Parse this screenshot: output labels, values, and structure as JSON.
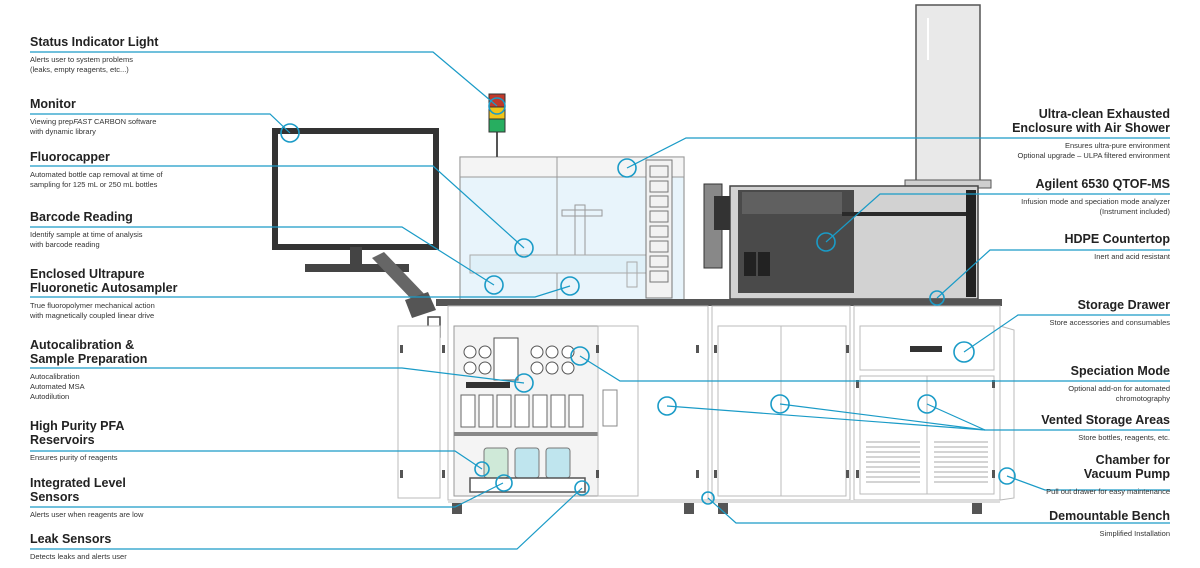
{
  "colors": {
    "accent": "#1a9bc7",
    "countertop": "#555555",
    "cabinet_line": "#bbbbbb",
    "instrument_body": "#4a4a4a"
  },
  "callouts_left": [
    {
      "id": "status-indicator-light",
      "title": "Status Indicator Light",
      "lines": [
        "Alerts user to system problems",
        "(leaks, empty reagents, etc...)"
      ]
    },
    {
      "id": "monitor",
      "title": "Monitor",
      "lines": [
        "Viewing prepFAST CARBON software",
        "with dynamic library"
      ]
    },
    {
      "id": "fluorocapper",
      "title": "Fluorocapper",
      "lines": [
        "Automated bottle cap removal at time of",
        "sampling for 125 mL or 250 mL bottles"
      ]
    },
    {
      "id": "barcode-reading",
      "title": "Barcode Reading",
      "lines": [
        "Identify sample at time of analysis",
        "with barcode reading"
      ]
    },
    {
      "id": "enclosed-ultrapure-autosampler",
      "title": "Enclosed Ultrapure\nFluoronetic Autosampler",
      "lines": [
        "True fluoropolymer mechanical action",
        "with magnetically coupled linear drive"
      ]
    },
    {
      "id": "autocalibration",
      "title": "Autocalibration &\nSample Preparation",
      "lines": [
        "Autocalibration",
        "Automated MSA",
        "Autodilution"
      ]
    },
    {
      "id": "high-purity-pfa-reservoirs",
      "title": "High Purity PFA\nReservoirs",
      "lines": [
        "Ensures purity of reagents"
      ]
    },
    {
      "id": "integrated-level-sensors",
      "title": "Integrated Level\nSensors",
      "lines": [
        "Alerts user when reagents are low"
      ]
    },
    {
      "id": "leak-sensors",
      "title": "Leak Sensors",
      "lines": [
        "Detects leaks and alerts user"
      ]
    }
  ],
  "callouts_right": [
    {
      "id": "ultra-clean-enclosure",
      "title": "Ultra-clean Exhausted\nEnclosure with Air Shower",
      "lines": [
        "Ensures ultra-pure environment",
        "Optional upgrade – ULPA filtered environment"
      ]
    },
    {
      "id": "agilent-qtof",
      "title": "Agilent 6530 QTOF-MS",
      "lines": [
        "Infusion mode and speciation mode analyzer",
        "(Instrument included)"
      ]
    },
    {
      "id": "hdpe-countertop",
      "title": "HDPE Countertop",
      "lines": [
        "Inert and acid resistant"
      ]
    },
    {
      "id": "storage-drawer",
      "title": "Storage Drawer",
      "lines": [
        "Store accessories and consumables"
      ]
    },
    {
      "id": "speciation-mode",
      "title": "Speciation Mode",
      "lines": [
        "Optional add-on for automated",
        "chromotography"
      ]
    },
    {
      "id": "vented-storage-areas",
      "title": "Vented Storage Areas",
      "lines": [
        "Store bottles, reagents, etc."
      ]
    },
    {
      "id": "chamber-vacuum-pump",
      "title": "Chamber for\nVacuum Pump",
      "lines": [
        "Pull out drawer for easy maintenance"
      ]
    },
    {
      "id": "demountable-bench",
      "title": "Demountable Bench",
      "lines": [
        "Simplified Installation"
      ]
    }
  ]
}
